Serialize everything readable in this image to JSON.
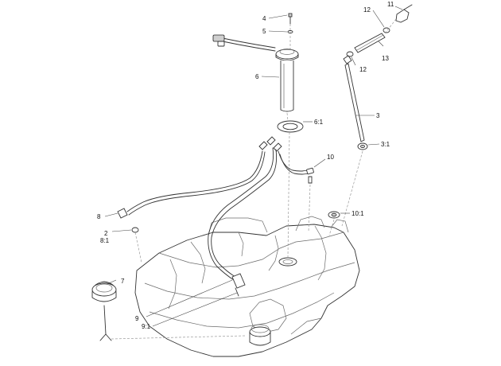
{
  "callouts": {
    "c4": "4",
    "c5": "5",
    "c6": "6",
    "c6_1": "6:1",
    "c11": "11",
    "c12a": "12",
    "c12b": "12",
    "c13": "13",
    "c3": "3",
    "c3_1": "3:1",
    "c10": "10",
    "c10_1": "10:1",
    "c8": "8",
    "c2": "2",
    "c8_1": "8:1",
    "c7": "7",
    "c9": "9",
    "c9_1": "9:1"
  }
}
